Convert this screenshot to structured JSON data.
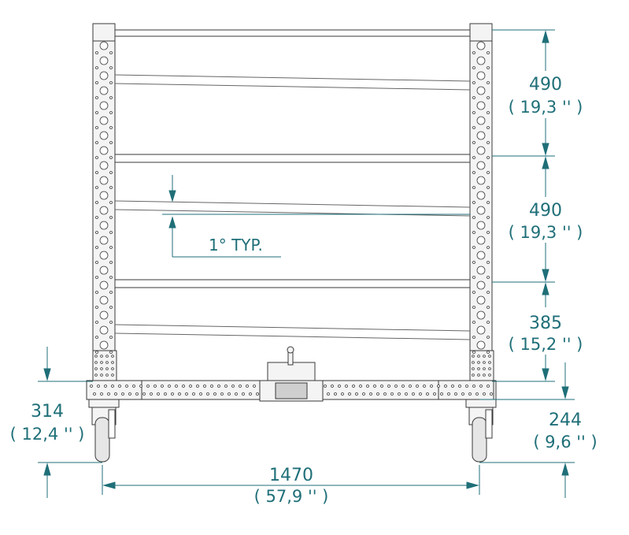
{
  "colors": {
    "line": "#3a3a3a",
    "dim": "#1f6f78",
    "frame_fill": "#f4f4f4"
  },
  "dimensions": {
    "shelf1": {
      "value": "490",
      "imperial": "( 19,3 '' )"
    },
    "shelf2": {
      "value": "490",
      "imperial": "( 19,3 '' )"
    },
    "shelf3": {
      "value": "385",
      "imperial": "( 15,2 '' )"
    },
    "bottom_left": {
      "value": "314",
      "imperial": "( 12,4 '' )"
    },
    "bottom_right": {
      "value": "244",
      "imperial": "( 9,6 '' )"
    },
    "width": {
      "value": "1470",
      "imperial": "( 57,9 '' )"
    }
  },
  "annotations": {
    "angle_note": "1°  TYP."
  }
}
